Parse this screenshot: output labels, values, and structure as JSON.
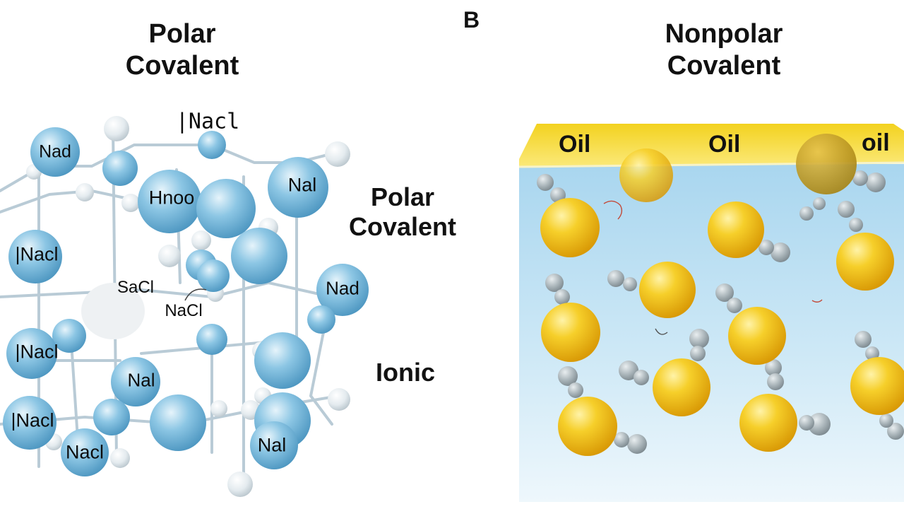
{
  "panel_letter": "B",
  "left_panel": {
    "title": "Polar\nCovalent",
    "side_labels": [
      "Polar\nCovalent",
      "Ionic"
    ],
    "molecule_labels": [
      "|Nacl",
      "Nad",
      "Hnoo",
      "Nal",
      "|Nacl",
      "SaCl",
      "NaCl",
      "Nad",
      "|Nacl",
      "Nal",
      "|Nacl",
      "Nacl",
      "Nal"
    ],
    "colors": {
      "ion": "#6fb3d8",
      "ion_light": "#bfe1f2",
      "bond": "#b9cbd6"
    }
  },
  "right_panel": {
    "title": "Nonpolar\nCovalent",
    "oil_labels": [
      "Oil",
      "Oil",
      "oil"
    ],
    "colors": {
      "oil_layer": "#f6dc3a",
      "water_top": "#a9d6ef",
      "water_bottom": "#eaf5fb",
      "sphere": "#f2c21c",
      "bond_grey": "#9fa9ae"
    }
  }
}
